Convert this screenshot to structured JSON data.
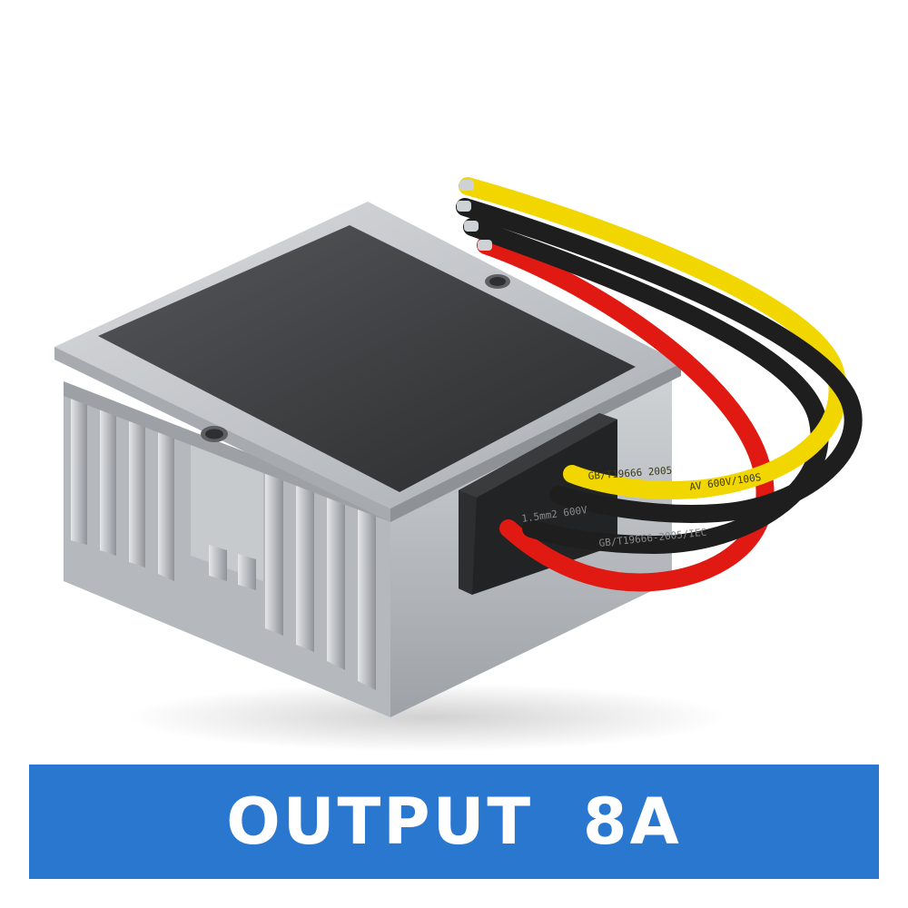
{
  "product": {
    "name": "dc-dc converter module",
    "wire_colors": {
      "yellow": "#f2d600",
      "black": "#1e1e1e",
      "red": "#e01a12"
    },
    "wire_print": {
      "yellow_1": "GB/T19666 2005",
      "yellow_2": "AV 600V/100S",
      "black_1": "GB/T19666-2005/IEC",
      "black_2": "1.5mm2 600V"
    }
  },
  "banner": {
    "text": "OUTPUT  8A",
    "background": "#2a77d0",
    "text_color": "#ffffff"
  }
}
